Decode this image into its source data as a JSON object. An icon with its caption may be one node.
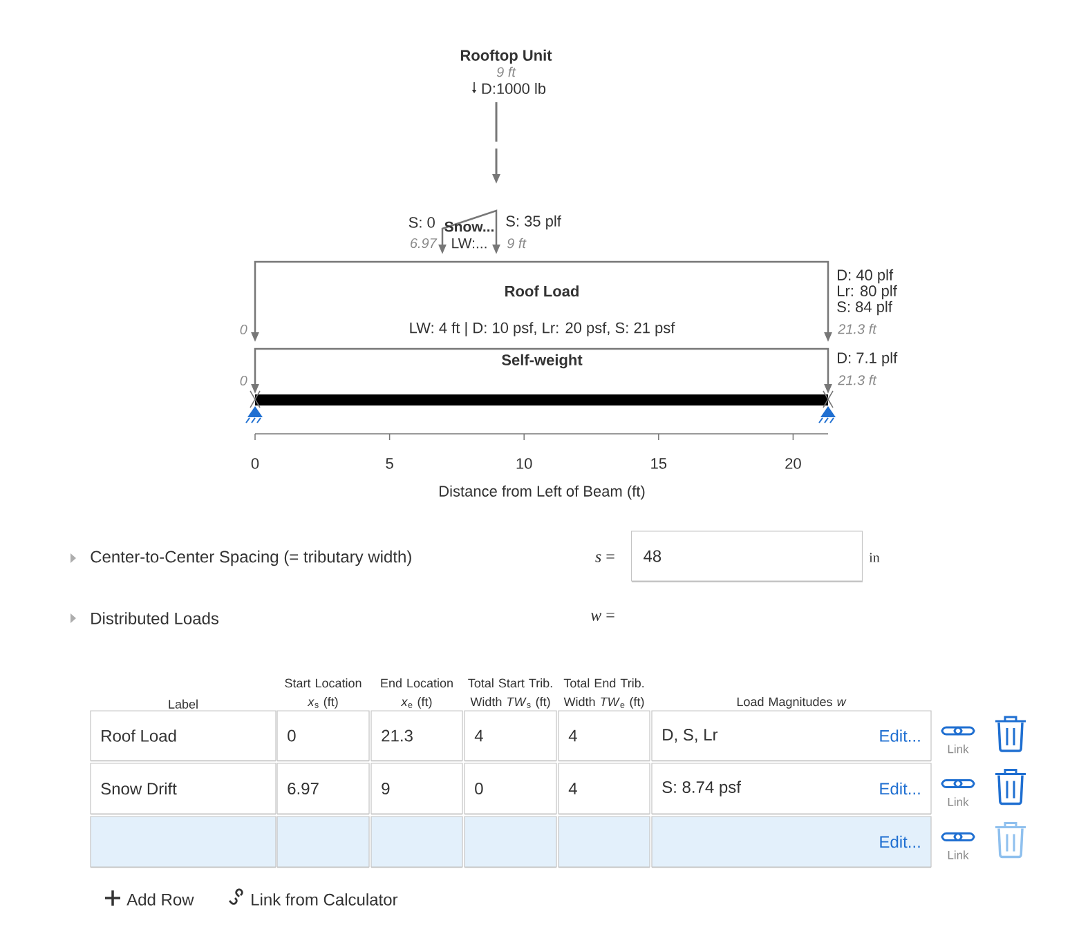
{
  "diagram": {
    "nodes": [
      {
        "text": [
          "Snow...",
          "LW:..."
        ],
        "beside": [
          "S: 0",
          "6.97",
          "S: 35 plf",
          "9 ft"
        ]
      },
      {
        "text": [
          "Roof Load",
          "LW: 4 ft | D: 10 psf, Lr: 20 psf, S: 21 psf"
        ],
        "beside": [
          "0",
          "D: 40 plf",
          "Lr: 80 plf",
          "S: 84 plf",
          "21.3 ft"
        ]
      },
      {
        "text": [
          "Self-weight"
        ],
        "beside": [
          "0",
          "D: 7.1 plf",
          "21.3 ft"
        ]
      },
      {
        "text": [
          "48"
        ],
        "beside": [
          "in"
        ]
      }
    ],
    "labels": [
      "Rooftop Unit",
      "9 ft",
      "D:1000 lb",
      "0",
      "5",
      "10",
      "15",
      "20",
      "Distance from Left of Beam (ft)",
      "Center-to-Center Spacing (= tributary width)",
      "*s* =",
      "Distributed Loads",
      "*w* =",
      "Label",
      "Start Location *x*$_{s}$ (ft)",
      "End Location *x*$_{e}$ (ft)",
      "Total Start Trib. Width *TW*$_{s}$ (ft)",
      "Total End Trib. Width *TW*$_{e}$ (ft)",
      "Load Magnitudes *w*",
      "Roof Load",
      "0",
      "21.3",
      "4",
      "4",
      "D, S, Lr",
      "Edit...",
      "Link",
      "Snow Drift",
      "6.97",
      "9",
      "0",
      "4",
      "S: 8.74 psf",
      "Edit...",
      "Link",
      "Edit...",
      "Link",
      "Add Row",
      "Link from Calculator"
    ]
  }
}
